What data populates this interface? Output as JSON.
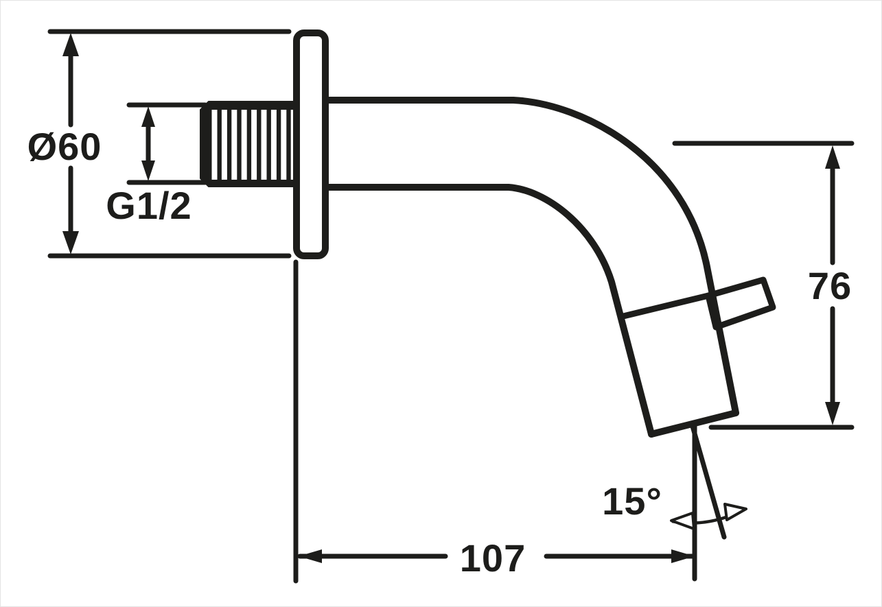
{
  "drawing": {
    "background_color": "#ffffff",
    "ink_color": "#1d1d1b",
    "labels": {
      "flange_diameter": "Ø60",
      "thread_size": "G1/2",
      "spout_height": "76",
      "spout_reach": "107",
      "outlet_angle": "15°"
    }
  }
}
